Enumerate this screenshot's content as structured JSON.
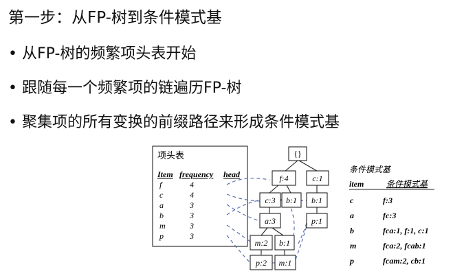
{
  "slide": {
    "title": "第一步：从FP-树到条件模式基",
    "bullets": [
      "从FP-树的频繁项头表开始",
      "跟随每一个频繁项的链遍历FP-树",
      "聚集项的所有变换的前缀路径来形成条件模式基"
    ]
  },
  "header_table": {
    "title": "项头表",
    "columns": [
      "Item",
      "frequency",
      "head"
    ],
    "rows": [
      {
        "item": "f",
        "frequency": "4"
      },
      {
        "item": "c",
        "frequency": "4"
      },
      {
        "item": "a",
        "frequency": "3"
      },
      {
        "item": "b",
        "frequency": "3"
      },
      {
        "item": "m",
        "frequency": "3"
      },
      {
        "item": "p",
        "frequency": "3"
      }
    ]
  },
  "tree": {
    "root": "{}",
    "nodes": [
      "f:4",
      "c:1",
      "c:3",
      "b:1",
      "b:1",
      "a:3",
      "p:1",
      "m:2",
      "b:1",
      "p:2",
      "m:1"
    ]
  },
  "cpb": {
    "title": "条件模式基",
    "col_item": "item",
    "col_base": "条件模式基",
    "rows": [
      {
        "item": "c",
        "base": "f:3"
      },
      {
        "item": "a",
        "base": "fc:3"
      },
      {
        "item": "b",
        "base": "fca:1, f:1, c:1"
      },
      {
        "item": "m",
        "base": "fca:2, fcab:1"
      },
      {
        "item": "p",
        "base": "fcam:2, cb:1"
      }
    ]
  },
  "colors": {
    "pointer": "#5a6fb0",
    "line": "#222222"
  }
}
